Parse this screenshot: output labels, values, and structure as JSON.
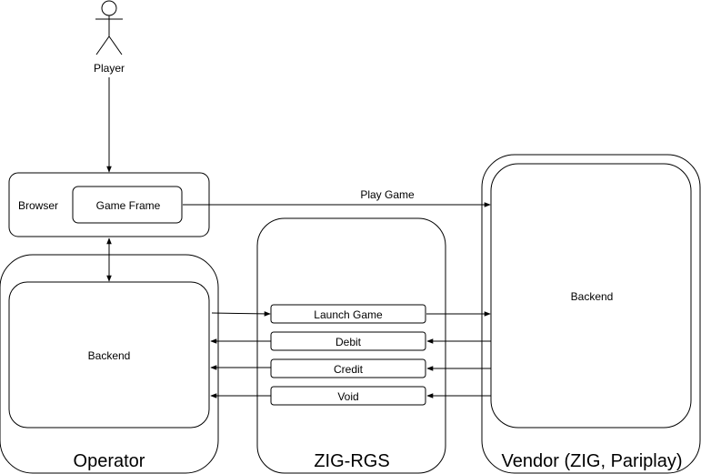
{
  "actor": {
    "label": "Player"
  },
  "browser": {
    "label": "Browser",
    "game_frame": "Game Frame"
  },
  "operator": {
    "title": "Operator",
    "backend": "Backend"
  },
  "rgs": {
    "title": "ZIG-RGS",
    "calls": [
      "Launch Game",
      "Debit",
      "Credit",
      "Void"
    ]
  },
  "vendor": {
    "title": "Vendor (ZIG, Pariplay)",
    "backend": "Backend"
  },
  "edges": {
    "play_game": "Play Game"
  }
}
